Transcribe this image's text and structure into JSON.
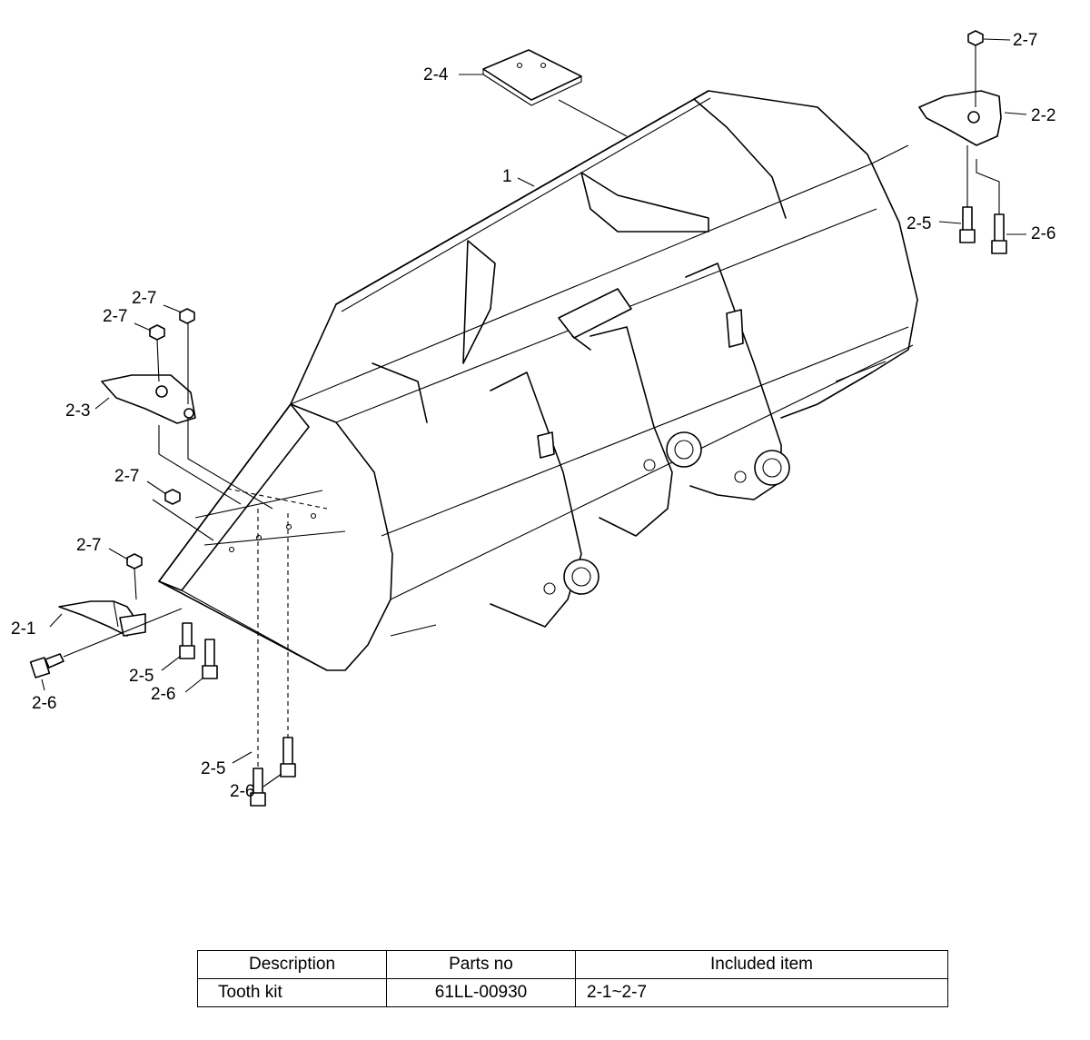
{
  "callouts": {
    "c1": "1",
    "c2_1": "2-1",
    "c2_2": "2-2",
    "c2_3": "2-3",
    "c2_4": "2-4",
    "c2_5a": "2-5",
    "c2_5b": "2-5",
    "c2_5c": "2-5",
    "c2_6a": "2-6",
    "c2_6b": "2-6",
    "c2_6c": "2-6",
    "c2_6d": "2-6",
    "c2_7a": "2-7",
    "c2_7b": "2-7",
    "c2_7c": "2-7",
    "c2_7d": "2-7",
    "c2_7e": "2-7"
  },
  "table": {
    "headers": [
      "Description",
      "Parts no",
      "Included item"
    ],
    "rows": [
      [
        "Tooth kit",
        "61LL-00930",
        "2-1~2-7"
      ]
    ]
  }
}
